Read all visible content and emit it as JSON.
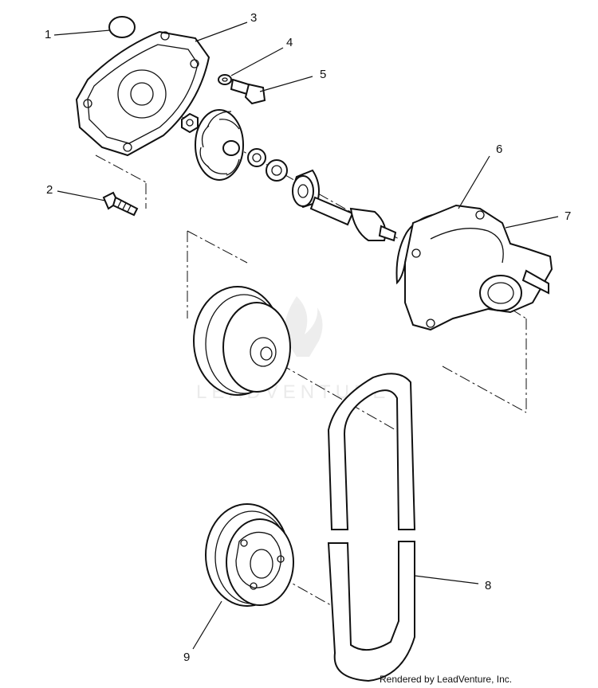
{
  "callouts": {
    "c1": "1",
    "c2": "2",
    "c3": "3",
    "c4": "4",
    "c5": "5",
    "c6": "6",
    "c7": "7",
    "c8": "8",
    "c9": "9"
  },
  "watermark": {
    "brand": "LEADVENTURE"
  },
  "footer": {
    "credit": "Rendered by LeadVenture, Inc."
  }
}
